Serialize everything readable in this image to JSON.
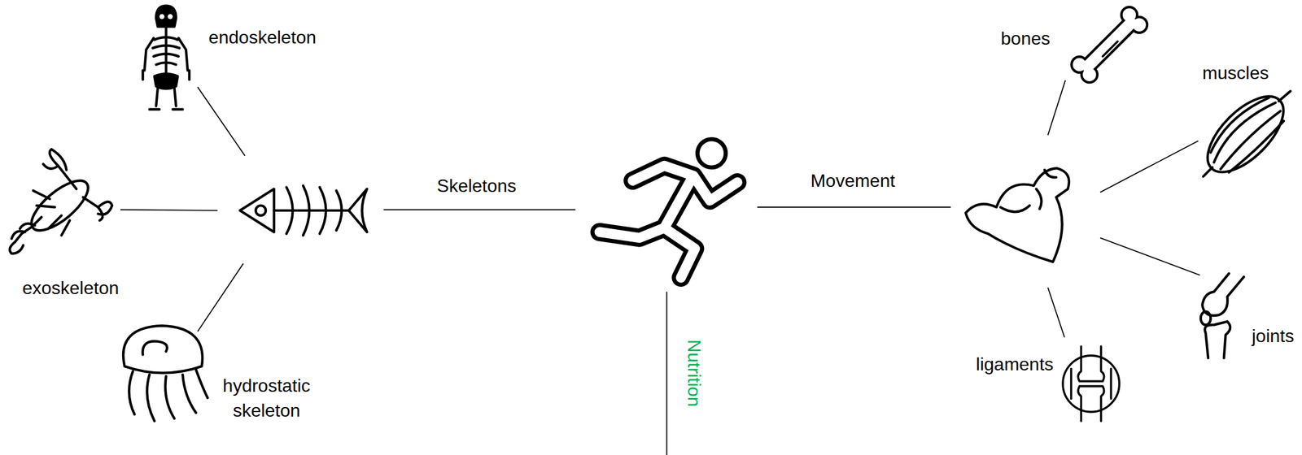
{
  "diagram": {
    "nodes": [
      {
        "text": [
          "endoskeleton"
        ]
      },
      {
        "text": [
          "exoskeleton"
        ]
      },
      {
        "text": [
          "hydrostatic skeleton"
        ]
      },
      {
        "text": [
          "bones"
        ]
      },
      {
        "text": [
          "muscles"
        ]
      },
      {
        "text": [
          "joints"
        ]
      },
      {
        "text": [
          "ligaments"
        ]
      }
    ],
    "labels": [
      "Skeletons",
      "Movement",
      "Nutrition"
    ]
  }
}
